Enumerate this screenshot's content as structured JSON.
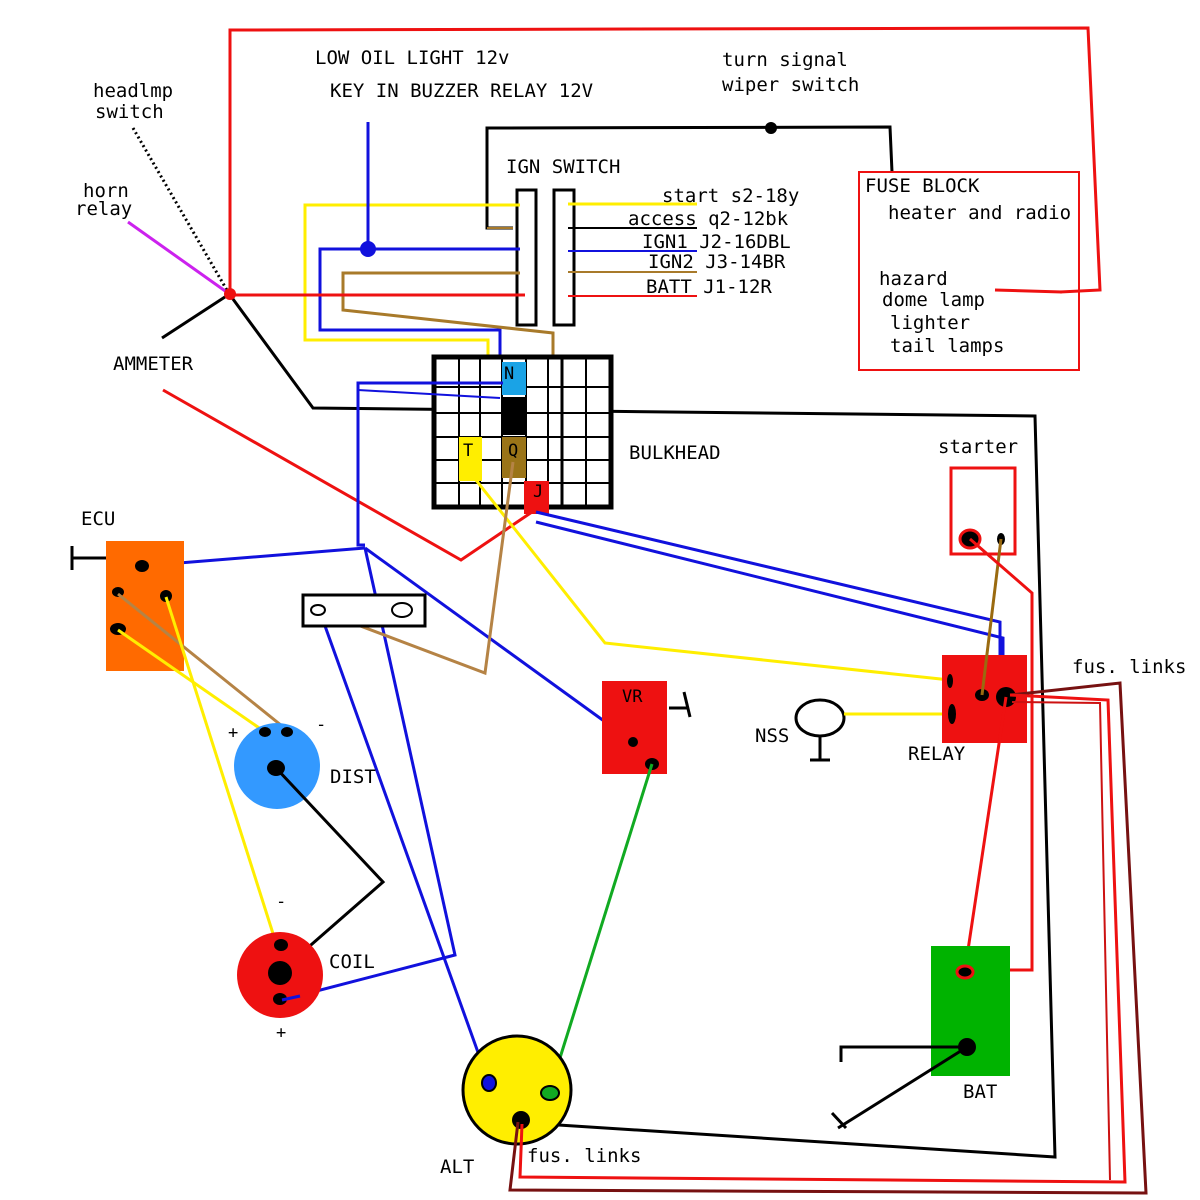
{
  "colors": {
    "red": "#ee1111",
    "black": "#000000",
    "blue": "#1111dd",
    "yellow": "#ffee00",
    "brown": "#a87a2a",
    "tan": "#c08840",
    "purple": "#cc22ee",
    "green": "#11aa22",
    "darkred": "#771111",
    "ecu": "#ff6a00",
    "dist": "#3399ff",
    "bat": "#00b300"
  },
  "labels": {
    "low_oil": "LOW OIL LIGHT 12v",
    "key_buzzer": "KEY IN BUZZER RELAY 12V",
    "turn_signal": "turn signal",
    "wiper_switch": "wiper switch",
    "headlmp": "headlmp",
    "headlmp_switch": "switch",
    "horn": "horn",
    "horn_relay": "relay",
    "ign_switch": "IGN SWITCH",
    "start": "start s2-18y",
    "access": "access q2-12bk",
    "ign1": "IGN1 J2-16DBL",
    "ign2": "IGN2 J3-14BR",
    "batt": "BATT J1-12R",
    "fuse_block": "FUSE BLOCK",
    "heater_radio": "heater and radio",
    "hazard": "hazard",
    "dome_lamp": "dome lamp",
    "lighter": "lighter",
    "tail_lamps": "tail lamps",
    "ammeter": "AMMETER",
    "bulkhead": "BULKHEAD",
    "starter": "starter",
    "ecu": "ECU",
    "dist": "DIST",
    "coil": "COIL",
    "vr": "VR",
    "nss": "NSS",
    "relay": "RELAY",
    "fus_links_right": "fus. links",
    "fus_links_bottom": "fus. links",
    "bat": "BAT",
    "alt": "ALT",
    "plus": "+",
    "minus": "-",
    "coil_minus": "-",
    "coil_plus": "+",
    "bulk_n": "N",
    "bulk_t": "T",
    "bulk_q": "Q",
    "bulk_j": "J"
  }
}
